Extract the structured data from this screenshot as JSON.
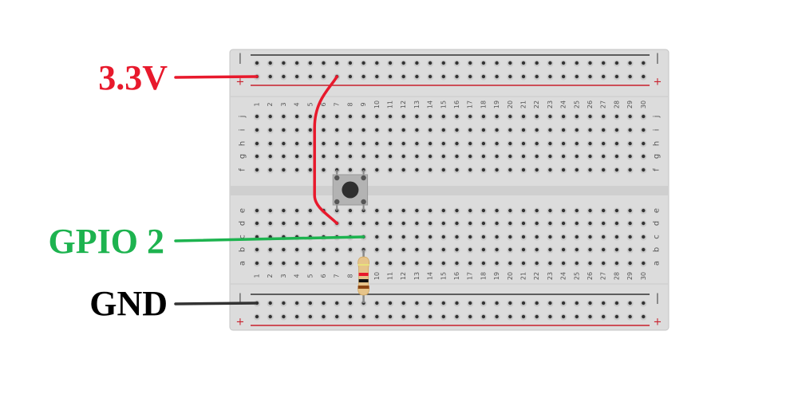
{
  "labels": {
    "power": {
      "text": "3.3V",
      "color": "#e8192c"
    },
    "gpio": {
      "text": "GPIO 2",
      "color": "#1db34f"
    },
    "ground": {
      "text": "GND",
      "color": "#000000"
    }
  },
  "breadboard": {
    "columns": 30,
    "top_rows": [
      "j",
      "i",
      "h",
      "g",
      "f"
    ],
    "bottom_rows": [
      "e",
      "d",
      "c",
      "b",
      "a"
    ],
    "rail_symbols": {
      "minus": "−",
      "plus": "+"
    },
    "colors": {
      "board": "#dcdcdc",
      "channel": "#cfcfcf",
      "hole": "#333333",
      "hole_halo": "#c8c8c8",
      "rail_plus_line": "#c8202c",
      "rail_minus_line": "#333333",
      "plus_symbol": "#c8202c",
      "label_text": "#555555"
    }
  },
  "components": {
    "push_button": {
      "name": "tactile push button",
      "columns": [
        7,
        9
      ],
      "rows": [
        "f",
        "e"
      ]
    },
    "resistor": {
      "name": "resistor",
      "column": 9,
      "from_row": "b",
      "to": "bottom-minus-rail",
      "bands": [
        "#e8e27a",
        "#e8192c",
        "#111111",
        "#8b4513"
      ]
    },
    "wires": [
      {
        "name": "power-wire",
        "color": "#e8192c",
        "from": "top-plus-rail col 7",
        "to": "row d col 7"
      },
      {
        "name": "gpio-wire",
        "color": "#1db34f",
        "from": "GPIO 2",
        "to": "row c col 9"
      },
      {
        "name": "power-lead",
        "color": "#e8192c",
        "from": "3.3V",
        "to": "top-plus-rail col 1"
      },
      {
        "name": "ground-lead",
        "color": "#333333",
        "from": "GND",
        "to": "bottom-minus-rail col 1"
      }
    ]
  }
}
